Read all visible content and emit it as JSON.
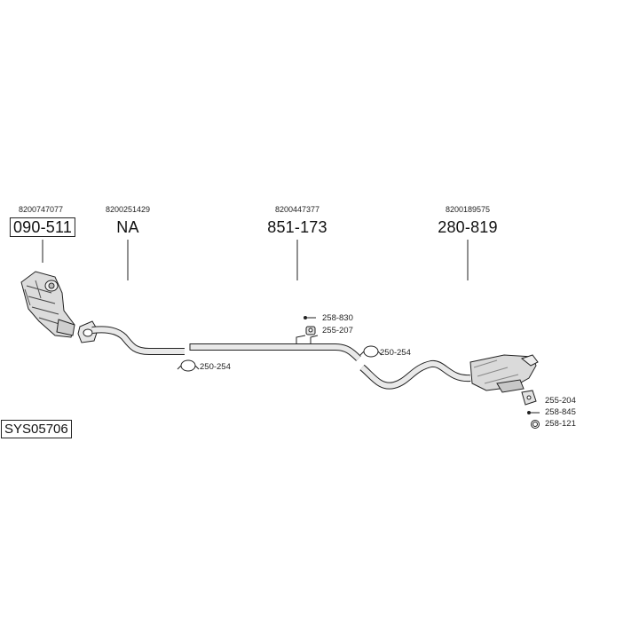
{
  "system_code": "SYS05706",
  "sections": [
    {
      "oem": "8200747077",
      "part": "090-511",
      "boxed": true
    },
    {
      "oem": "8200251429",
      "part": "NA",
      "boxed": false
    },
    {
      "oem": "8200447377",
      "part": "851-173",
      "boxed": false
    },
    {
      "oem": "8200189575",
      "part": "280-819",
      "boxed": false
    }
  ],
  "accessories": {
    "bolt_258_830": "258-830",
    "mount_255_207": "255-207",
    "clamp_mid": "250-254",
    "clamp_left": "250-254",
    "mount_255_204": "255-204",
    "bolt_258_845": "258-845",
    "ring_258_121": "258-121"
  }
}
